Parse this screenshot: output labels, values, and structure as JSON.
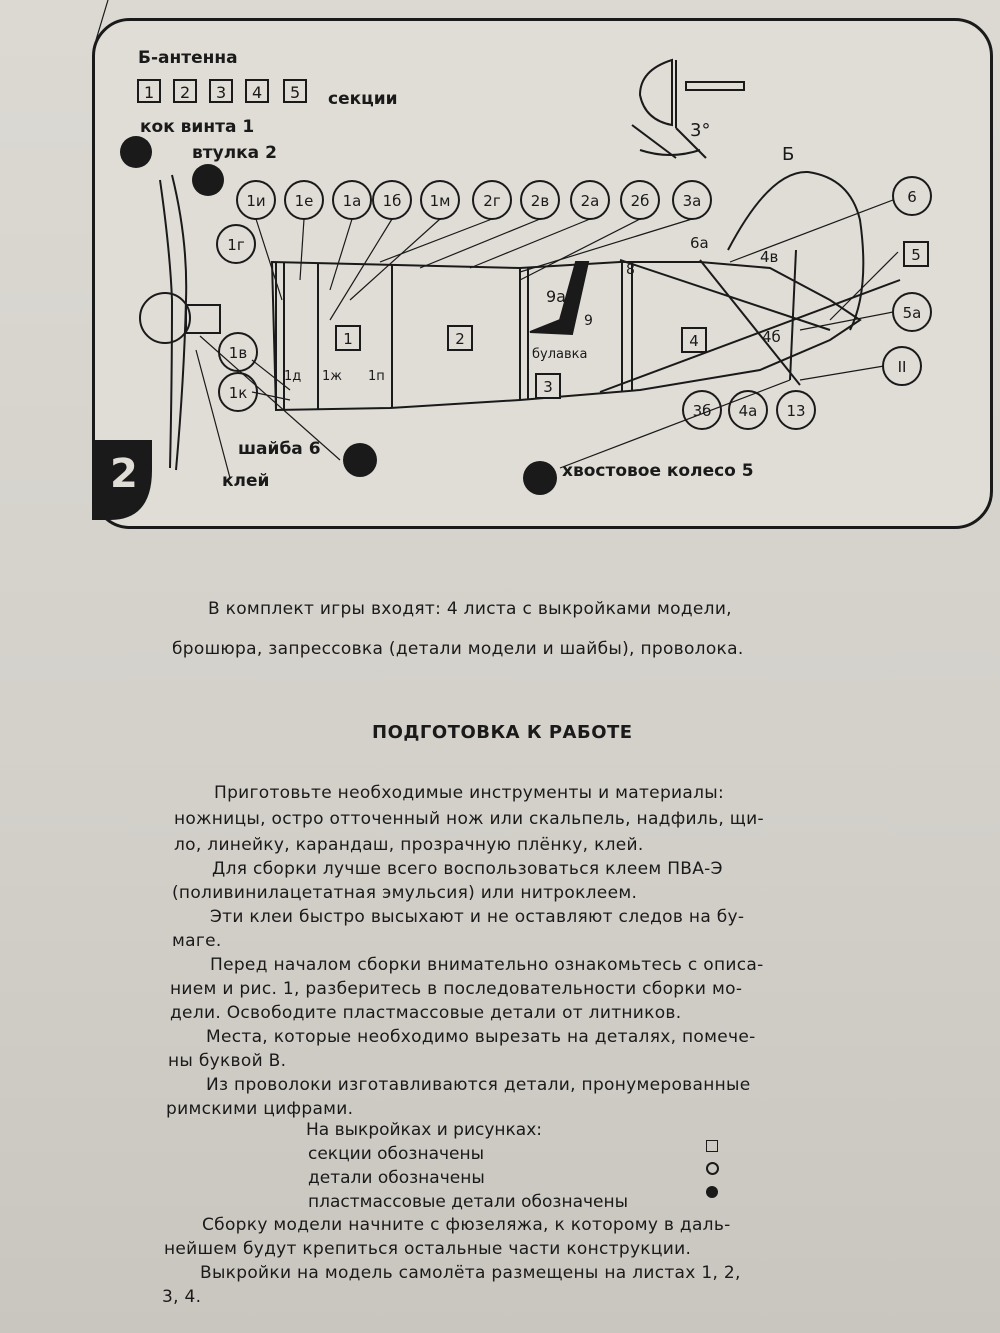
{
  "figure": {
    "number": "2",
    "labels": {
      "antenna": "Б-антенна",
      "sections": "секции",
      "spinner": "кок винта 1",
      "hub": "втулка 2",
      "washer": "шайба 6",
      "glue": "клей",
      "tailwheel": "хвостовое колесо 5",
      "pin": "булавка",
      "angle": "3°",
      "b_mark": "Б"
    },
    "section_boxes": [
      "1",
      "2",
      "3",
      "4",
      "5"
    ],
    "circle_parts": [
      "1и",
      "1е",
      "1а",
      "1б",
      "1м",
      "2г",
      "2в",
      "2а",
      "2б",
      "3а",
      "1г",
      "1в",
      "1к",
      "3б",
      "4а",
      "13",
      "6",
      "5а",
      "II"
    ],
    "fuselage_sections": [
      "1",
      "2",
      "3",
      "4",
      "5"
    ],
    "small_labels": [
      "1д",
      "1ж",
      "1п",
      "9а",
      "9",
      "8",
      "6а",
      "4в",
      "4б"
    ]
  },
  "intro": {
    "line1": "В комплект игры входят: 4 листа с выкройками модели,",
    "line2": "брошюра, запрессовка (детали модели и шайбы), проволока."
  },
  "heading": "ПОДГОТОВКА К РАБОТЕ",
  "paragraphs": {
    "p1a": "Приготовьте необходимые инструменты и материалы:",
    "p1b": "ножницы, остро отточенный нож или скальпель, надфиль, щи-",
    "p1c": "ло, линейку, карандаш, прозрачную плёнку, клей.",
    "p2a": "Для сборки лучше всего воспользоваться клеем ПВА-Э",
    "p2b": "(поливинилацетатная эмульсия) или нитроклеем.",
    "p3a": "Эти клеи быстро высыхают и не оставляют следов на бу-",
    "p3b": "маге.",
    "p4a": "Перед началом сборки внимательно ознакомьтесь с описа-",
    "p4b": "нием и рис. 1, разберитесь в последовательности сборки мо-",
    "p4c": "дели. Освободите пластмассовые детали от литников.",
    "p5a": "Места, которые необходимо вырезать на деталях, помече-",
    "p5b": "ны буквой В.",
    "p6a": "Из проволоки изготавливаются детали, пронумерованные",
    "p6b": "римскими цифрами.",
    "p7a": "Сборку модели начните с фюзеляжа, к которому в даль-",
    "p7b": "нейшем будут крепиться остальные части конструкции.",
    "p8a": "Выкройки на модель самолёта размещены на листах 1, 2,",
    "p8b": "3, 4."
  },
  "legend": {
    "title": "На выкройках и рисунках:",
    "rows": [
      {
        "text": "секции обозначены",
        "symbol": "square-outline"
      },
      {
        "text": "детали обозначены",
        "symbol": "circle-outline"
      },
      {
        "text": "пластмассовые детали обозначены",
        "symbol": "circle-filled"
      }
    ]
  }
}
